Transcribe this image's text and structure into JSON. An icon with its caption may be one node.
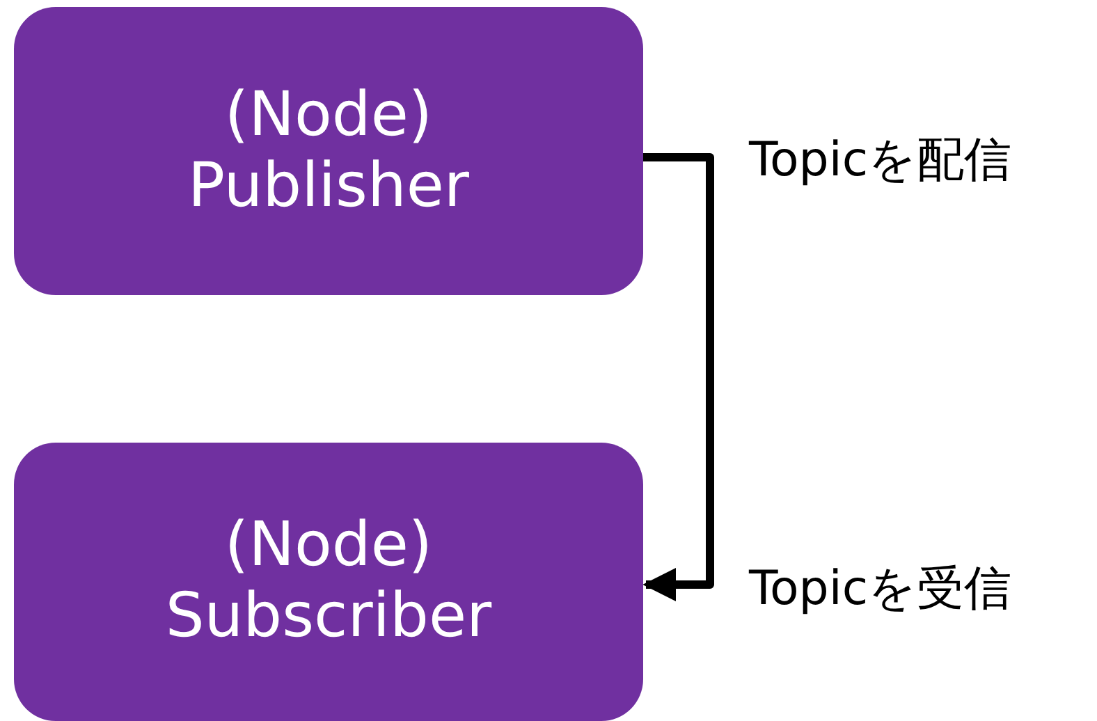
{
  "diagram": {
    "nodes": [
      {
        "text": [
          "(Node) Publisher"
        ],
        "beside": [
          "Topicを配信"
        ]
      },
      {
        "text": [
          "(Node) Subscriber"
        ],
        "beside": [
          "Topicを受信"
        ]
      }
    ],
    "edges": [
      {
        "from": 0,
        "to": 1,
        "arrow": "to"
      }
    ]
  }
}
